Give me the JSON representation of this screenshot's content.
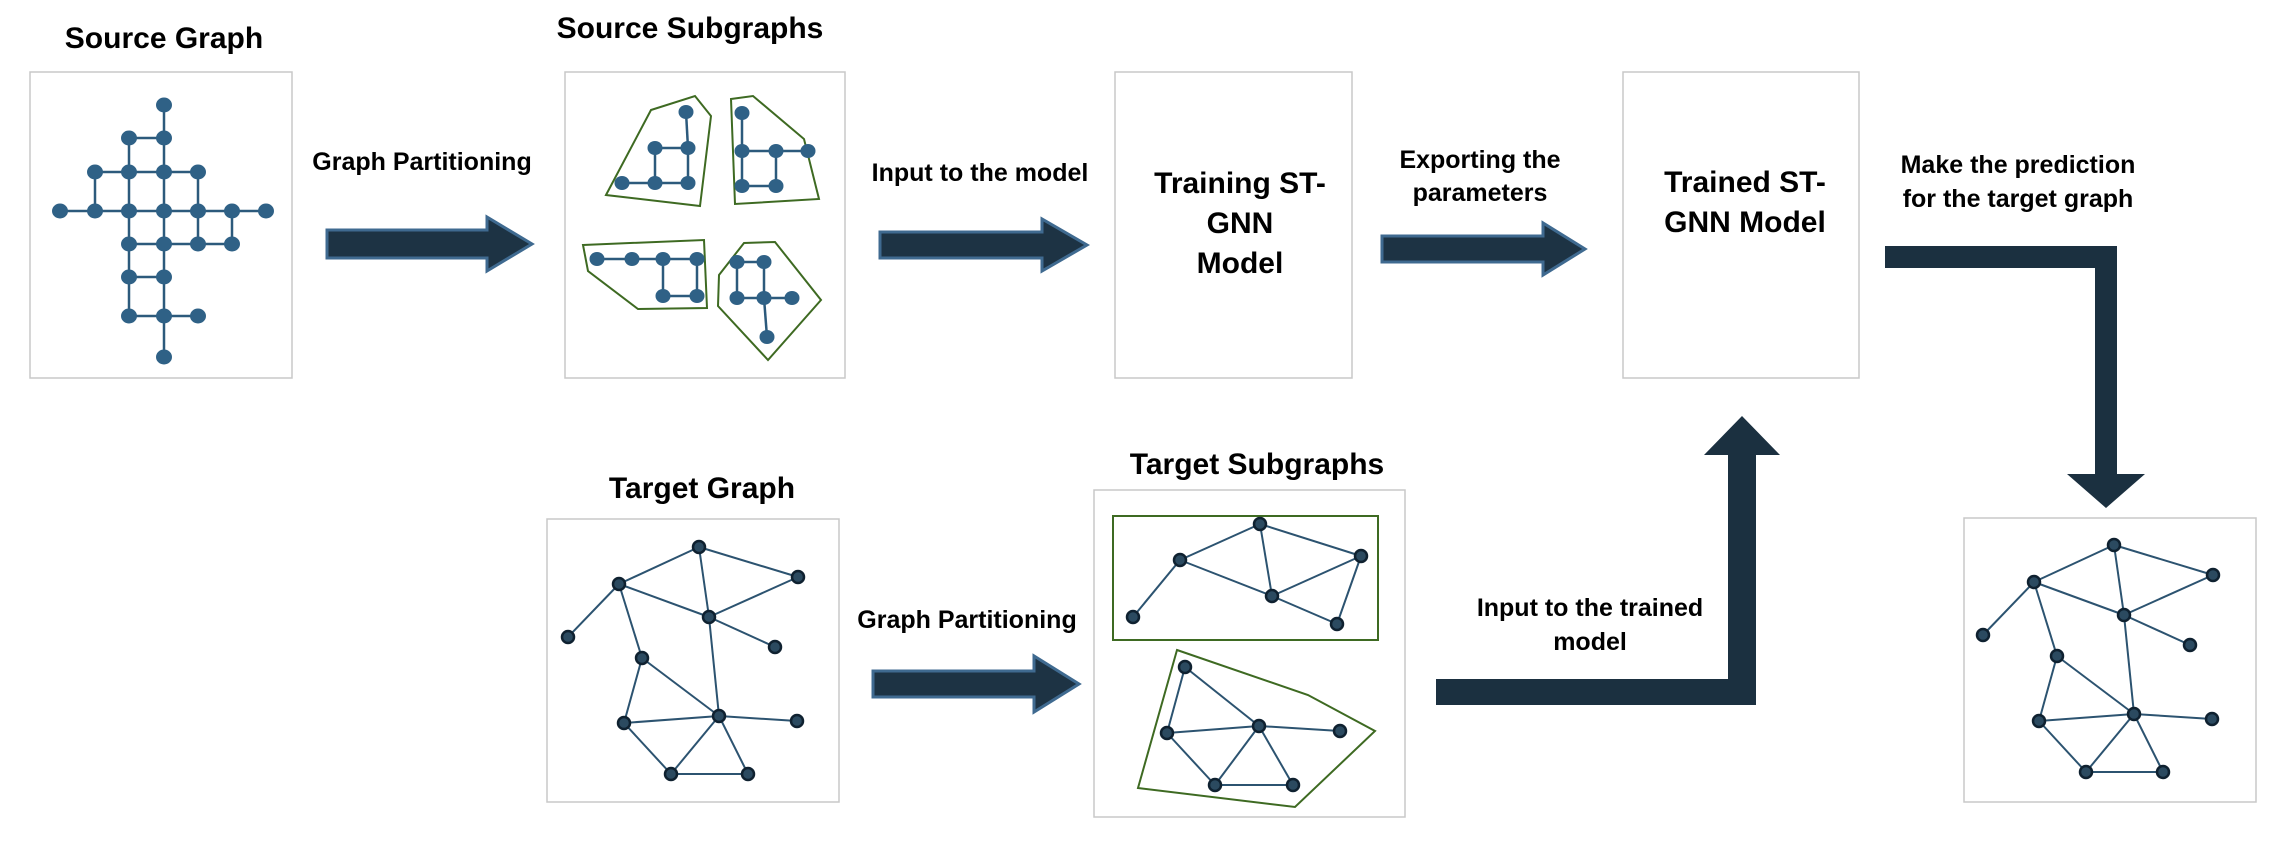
{
  "source_graph": {
    "title": "Source Graph"
  },
  "source_subgraphs": {
    "title": "Source Subgraphs"
  },
  "target_graph": {
    "title": "Target Graph"
  },
  "target_subgraphs": {
    "title": "Target Subgraphs"
  },
  "training_box": {
    "lines": [
      "Training ST-",
      "GNN",
      "Model"
    ]
  },
  "trained_box": {
    "lines": [
      "Trained ST-",
      "GNN Model"
    ]
  },
  "arrows": {
    "partition_top": "Graph Partitioning",
    "input_model": "Input to the model",
    "export_params": [
      "Exporting the",
      "parameters"
    ],
    "predict": [
      "Make the prediction",
      "for the target graph"
    ],
    "partition_bottom": "Graph Partitioning",
    "input_trained": [
      "Input to the trained",
      "model"
    ]
  },
  "colors": {
    "source_node": "#2f6186",
    "target_node": "#2b4a60",
    "hull": "#3e6a22",
    "arrow": "#1b3040"
  }
}
